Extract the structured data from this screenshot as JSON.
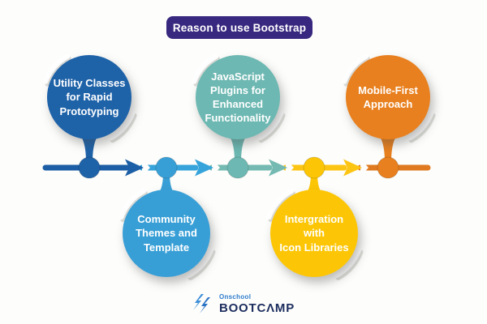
{
  "header": {
    "title": "Reason to use Bootstrap",
    "badge_bg": "#38287f",
    "text_color": "#ffffff"
  },
  "bubbles": [
    {
      "id": "utility-classes",
      "label": "Utility Classes for Rapid Prototyping",
      "lines": [
        "Utility Classes",
        "for Rapid",
        "Prototyping"
      ],
      "color": "#1e62a8",
      "row": "top"
    },
    {
      "id": "community-themes",
      "label": "Community Themes and Template",
      "lines": [
        "Community",
        "Themes and",
        "Template"
      ],
      "color": "#389fd6",
      "row": "bottom"
    },
    {
      "id": "javascript-plugins",
      "label": "JavaScript Plugins for Enhanced Functionality",
      "lines": [
        "JavaScript",
        "Plugins for",
        "Enhanced",
        "Functionality"
      ],
      "color": "#6db8b2",
      "row": "top"
    },
    {
      "id": "icon-libraries",
      "label": "Intergration with Icon Libraries",
      "lines": [
        "Intergration with",
        "Icon Libraries"
      ],
      "color": "#fcc606",
      "row": "bottom"
    },
    {
      "id": "mobile-first",
      "label": "Mobile-First Approach",
      "lines": [
        "Mobile-First",
        "Approach"
      ],
      "color": "#e8801f",
      "row": "top"
    }
  ],
  "timeline": {
    "segment_colors": [
      "#1d5fa6",
      "#36a4da",
      "#74bab2",
      "#fdc513",
      "#e07a20"
    ],
    "direction": "left-to-right"
  },
  "footer": {
    "brand_name": "Onschool",
    "brand_product": "BOOTCΛMP",
    "brand_name_color": "#2e7ccd",
    "brand_product_color": "#1c2d5e"
  },
  "background_color": "#fdfdfb"
}
